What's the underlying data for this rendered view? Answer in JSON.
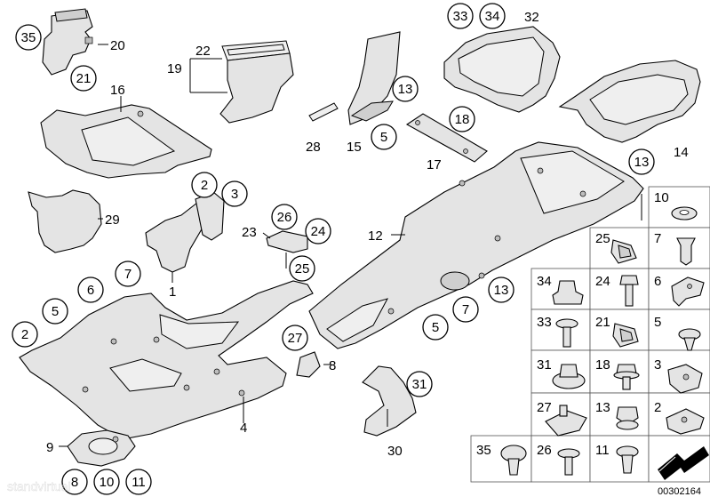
{
  "watermark": "standvirtual",
  "doc_number": "00302164",
  "callouts": [
    {
      "id": "c35",
      "text": "35",
      "circled": true
    },
    {
      "id": "c20",
      "text": "20",
      "circled": false
    },
    {
      "id": "c21",
      "text": "21",
      "circled": true
    },
    {
      "id": "c22",
      "text": "22",
      "circled": false
    },
    {
      "id": "c19",
      "text": "19",
      "circled": false
    },
    {
      "id": "c16",
      "text": "16",
      "circled": false
    },
    {
      "id": "c13a",
      "text": "13",
      "circled": true
    },
    {
      "id": "c5a",
      "text": "5",
      "circled": true
    },
    {
      "id": "c28",
      "text": "28",
      "circled": false
    },
    {
      "id": "c15",
      "text": "15",
      "circled": false
    },
    {
      "id": "c18",
      "text": "18",
      "circled": true
    },
    {
      "id": "c17",
      "text": "17",
      "circled": false
    },
    {
      "id": "c33a",
      "text": "33",
      "circled": true
    },
    {
      "id": "c34a",
      "text": "34",
      "circled": true
    },
    {
      "id": "c32",
      "text": "32",
      "circled": false
    },
    {
      "id": "c13b",
      "text": "13",
      "circled": true
    },
    {
      "id": "c14",
      "text": "14",
      "circled": false
    },
    {
      "id": "c2a",
      "text": "2",
      "circled": true
    },
    {
      "id": "c3a",
      "text": "3",
      "circled": true
    },
    {
      "id": "c29",
      "text": "29",
      "circled": false
    },
    {
      "id": "c23",
      "text": "23",
      "circled": false
    },
    {
      "id": "c26a",
      "text": "26",
      "circled": true
    },
    {
      "id": "c24a",
      "text": "24",
      "circled": true
    },
    {
      "id": "c25a",
      "text": "25",
      "circled": true
    },
    {
      "id": "c12",
      "text": "12",
      "circled": false
    },
    {
      "id": "c7a",
      "text": "7",
      "circled": true
    },
    {
      "id": "c6a",
      "text": "6",
      "circled": true
    },
    {
      "id": "c1",
      "text": "1",
      "circled": false
    },
    {
      "id": "c5b",
      "text": "5",
      "circled": true
    },
    {
      "id": "c2b",
      "text": "2",
      "circled": true
    },
    {
      "id": "c13c",
      "text": "13",
      "circled": true
    },
    {
      "id": "c7b",
      "text": "7",
      "circled": true
    },
    {
      "id": "c5c",
      "text": "5",
      "circled": true
    },
    {
      "id": "c27a",
      "text": "27",
      "circled": true
    },
    {
      "id": "c8",
      "text": "8",
      "circled": false
    },
    {
      "id": "c31a",
      "text": "31",
      "circled": true
    },
    {
      "id": "c4",
      "text": "4",
      "circled": false
    },
    {
      "id": "c9",
      "text": "9",
      "circled": false
    },
    {
      "id": "c30",
      "text": "30",
      "circled": false
    },
    {
      "id": "c8b",
      "text": "8",
      "circled": true
    },
    {
      "id": "c10b",
      "text": "10",
      "circled": true
    },
    {
      "id": "c11b",
      "text": "11",
      "circled": true
    }
  ],
  "fastener_grid": [
    {
      "label": "10",
      "icon": "flat-washer-icon"
    },
    {
      "label": "25",
      "icon": "spring-nut-icon"
    },
    {
      "label": "7",
      "icon": "expanding-rivet-icon"
    },
    {
      "label": "34",
      "icon": "cap-nut-icon"
    },
    {
      "label": "24",
      "icon": "hex-bolt-icon"
    },
    {
      "label": "6",
      "icon": "plastic-clip-icon"
    },
    {
      "label": "33",
      "icon": "collar-screw-icon"
    },
    {
      "label": "21",
      "icon": "spring-nut-icon"
    },
    {
      "label": "5",
      "icon": "tapping-screw-icon"
    },
    {
      "label": "31",
      "icon": "grommet-nut-icon"
    },
    {
      "label": "18",
      "icon": "hex-bolt-washer-icon"
    },
    {
      "label": "3",
      "icon": "clip-nut-icon"
    },
    {
      "label": "27",
      "icon": "plate-nut-icon"
    },
    {
      "label": "13",
      "icon": "collar-nut-icon"
    },
    {
      "label": "2",
      "icon": "u-nut-icon"
    },
    {
      "label": "35",
      "icon": "push-rivet-icon"
    },
    {
      "label": "26",
      "icon": "flange-screw-icon"
    },
    {
      "label": "11",
      "icon": "torx-screw-icon"
    },
    {
      "label": "",
      "icon": "direction-arrow-icon"
    }
  ]
}
